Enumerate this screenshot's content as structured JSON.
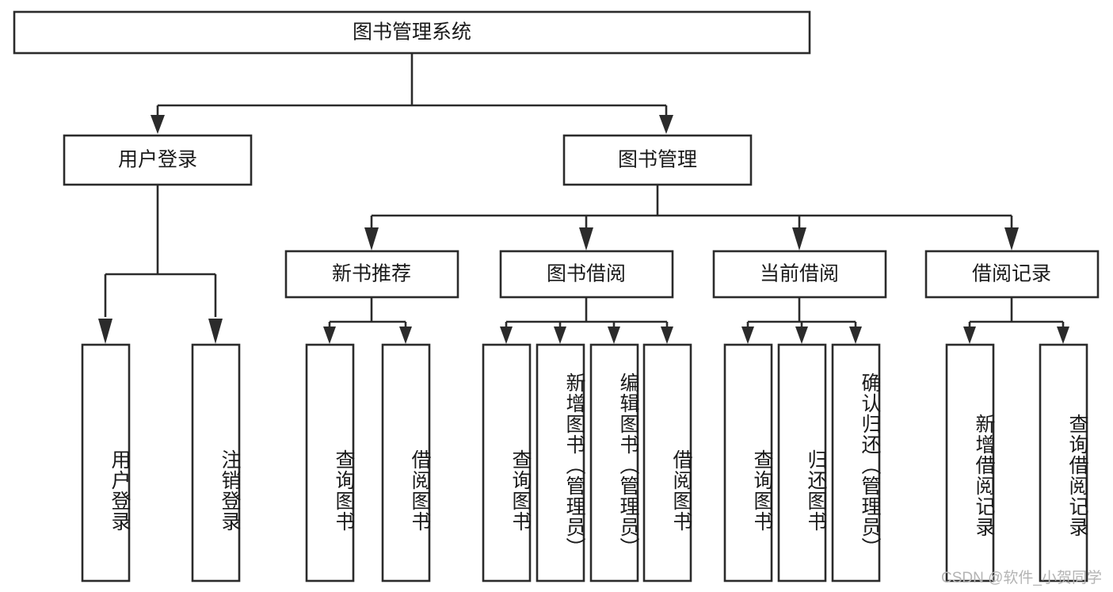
{
  "diagram": {
    "type": "tree-hierarchy",
    "title": "图书管理系统",
    "orientation": "top-down",
    "colors": {
      "box_stroke": "#2b2b2b",
      "box_fill": "#ffffff",
      "text": "#1a1a1a",
      "canvas": "#ffffff",
      "watermark": "#b4b4b4"
    },
    "root": {
      "label": "图书管理系统"
    },
    "level2": [
      {
        "id": "user-login",
        "label": "用户登录"
      },
      {
        "id": "book-management",
        "label": "图书管理"
      }
    ],
    "level3": [
      {
        "id": "new-book-recommend",
        "label": "新书推荐",
        "parent": "book-management"
      },
      {
        "id": "book-borrow",
        "label": "图书借阅",
        "parent": "book-management"
      },
      {
        "id": "current-borrow",
        "label": "当前借阅",
        "parent": "book-management"
      },
      {
        "id": "borrow-record",
        "label": "借阅记录",
        "parent": "book-management"
      }
    ],
    "leaves": [
      {
        "id": "leaf-user-login",
        "label": "用户登录",
        "parent": "user-login"
      },
      {
        "id": "leaf-logout-login",
        "label": "注销登录",
        "parent": "user-login"
      },
      {
        "id": "leaf-query-book-1",
        "label": "查询图书",
        "parent": "new-book-recommend"
      },
      {
        "id": "leaf-borrow-book-1",
        "label": "借阅图书",
        "parent": "new-book-recommend"
      },
      {
        "id": "leaf-query-book-2",
        "label": "查询图书",
        "parent": "book-borrow"
      },
      {
        "id": "leaf-add-book",
        "label": "新增图书（管理员）",
        "parent": "book-borrow"
      },
      {
        "id": "leaf-edit-book",
        "label": "编辑图书（管理员）",
        "parent": "book-borrow"
      },
      {
        "id": "leaf-borrow-book-2",
        "label": "借阅图书",
        "parent": "book-borrow"
      },
      {
        "id": "leaf-query-book-3",
        "label": "查询图书",
        "parent": "current-borrow"
      },
      {
        "id": "leaf-return-book",
        "label": "归还图书",
        "parent": "current-borrow"
      },
      {
        "id": "leaf-confirm-return",
        "label": "确认归还（管理员）",
        "parent": "current-borrow"
      },
      {
        "id": "leaf-add-record",
        "label": "新增借阅记录",
        "parent": "borrow-record"
      },
      {
        "id": "leaf-query-record",
        "label": "查询借阅记录",
        "parent": "borrow-record"
      }
    ]
  },
  "watermark": {
    "text": "CSDN @软件_小贺同学"
  }
}
